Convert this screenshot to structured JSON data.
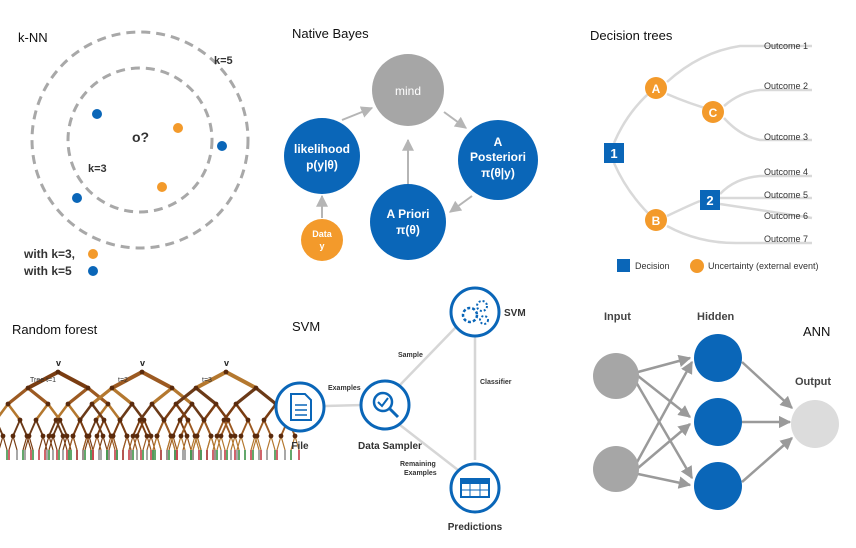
{
  "knn": {
    "title": "k-NN",
    "k5_label": "k=5",
    "k3_label": "k=3",
    "query_label": "o?",
    "legend_k3": "with k=3,",
    "legend_k5": "with k=5",
    "colors": {
      "orange": "#f39a2b",
      "blue": "#0a66b8",
      "ring": "#a8a8a8"
    }
  },
  "bayes": {
    "title": "Native Bayes",
    "mind": "mind",
    "likelihood_line1": "likelihood",
    "likelihood_line2": "p(y|θ)",
    "posteriori_line1": "A",
    "posteriori_line2": "Posteriori",
    "posteriori_line3": "π(θ|y)",
    "priori_line1": "A Priori",
    "priori_line2": "π(θ)",
    "data_line1": "Data",
    "data_line2": "y"
  },
  "trees": {
    "title": "Decision trees",
    "node_a": "A",
    "node_b": "B",
    "node_c": "C",
    "node_1": "1",
    "node_2": "2",
    "outcomes": [
      "Outcome 1",
      "Outcome 2",
      "Outcome 3",
      "Outcome 4",
      "Outcome 5",
      "Outcome 6",
      "Outcome 7"
    ],
    "legend_decision": "Decision",
    "legend_uncertainty": "Uncertainty (external event)"
  },
  "forest": {
    "title": "Random forest",
    "tree1": "Tree t=1",
    "tree2": "t=2",
    "tree3": "t=3",
    "top_symbol": "v"
  },
  "svm": {
    "title": "SVM",
    "node_svm": "SVM",
    "node_file": "File",
    "node_sampler": "Data Sampler",
    "node_predictions": "Predictions",
    "edge_examples": "Examples",
    "edge_sample": "Sample",
    "edge_classifier": "Classifier",
    "edge_remaining1": "Remaining",
    "edge_remaining2": "Examples"
  },
  "ann": {
    "title": "ANN",
    "input": "Input",
    "hidden": "Hidden",
    "output": "Output"
  }
}
